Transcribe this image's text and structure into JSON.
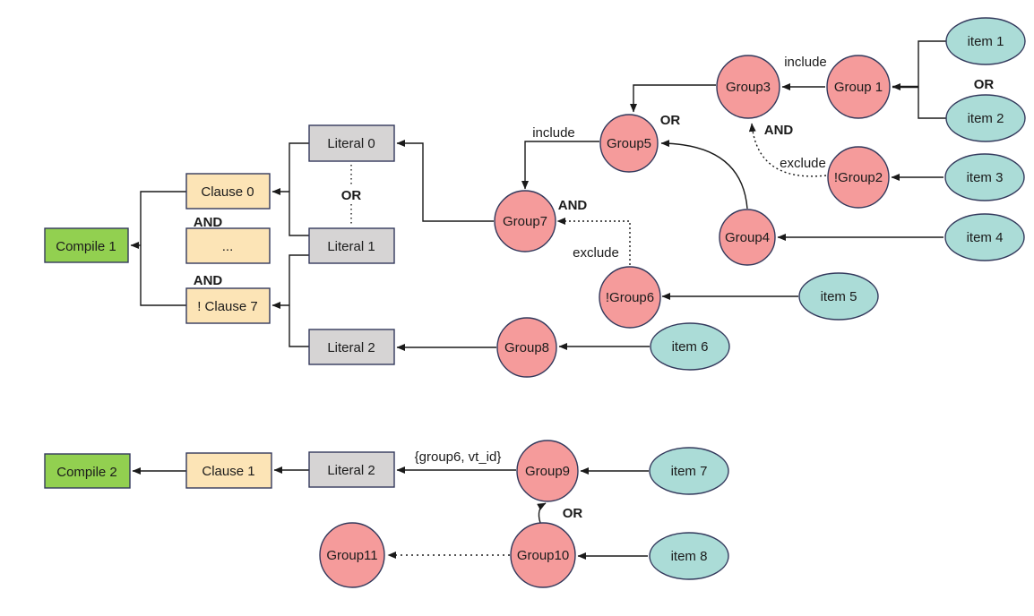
{
  "colors": {
    "compile_fill": "#92d050",
    "clause_fill": "#fce4b6",
    "literal_fill": "#d6d4d4",
    "group_fill": "#f59b9b",
    "item_fill": "#abdcd7",
    "border": "#33395c",
    "red": "#f20000",
    "line": "#1a1a1a"
  },
  "nodes": {
    "compile1": {
      "label": "Compile 1"
    },
    "clause0": {
      "label": "Clause 0"
    },
    "clause_dots": {
      "label": "..."
    },
    "clause7": {
      "label": "! Clause 7"
    },
    "literal0": {
      "label": "Literal 0"
    },
    "literal1": {
      "label": "Literal 1"
    },
    "literal2": {
      "label": "Literal 2"
    },
    "group1": {
      "label": "Group 1"
    },
    "group3": {
      "label": "Group3"
    },
    "group5": {
      "label": "Group5"
    },
    "group7": {
      "label": "Group7"
    },
    "group4": {
      "label": "Group4"
    },
    "group2n": {
      "label": "!Group2"
    },
    "group6n": {
      "label": "!Group6"
    },
    "group8": {
      "label": "Group8"
    },
    "item1": {
      "label": "item 1"
    },
    "item2": {
      "label": "item 2"
    },
    "item3": {
      "label": "item 3"
    },
    "item4": {
      "label": "item 4"
    },
    "item5": {
      "label": "item 5"
    },
    "item6": {
      "label": "item 6"
    },
    "compile2": {
      "label": "Compile 2"
    },
    "clause1": {
      "label": "Clause 1"
    },
    "literal2b": {
      "label": "Literal 2"
    },
    "group9": {
      "label": "Group9"
    },
    "group10": {
      "label": "Group10"
    },
    "group11": {
      "label": "Group11"
    },
    "item7": {
      "label": "item 7"
    },
    "item8": {
      "label": "item 8"
    }
  },
  "labels": {
    "or_items": "OR",
    "include_g1_g3": "include",
    "and_g2_g3": "AND",
    "exclude_g2_g3": "exclude",
    "or_g3_g5": "OR",
    "include_g5_g7": "include",
    "and_g6_g7": "AND",
    "exclude_g6_g7": "exclude",
    "or_literals": "OR",
    "and_clause_top": "AND",
    "and_clause_bottom": "AND",
    "vt_id": "{group6, vt_id}",
    "or_g10_g9": "OR"
  }
}
